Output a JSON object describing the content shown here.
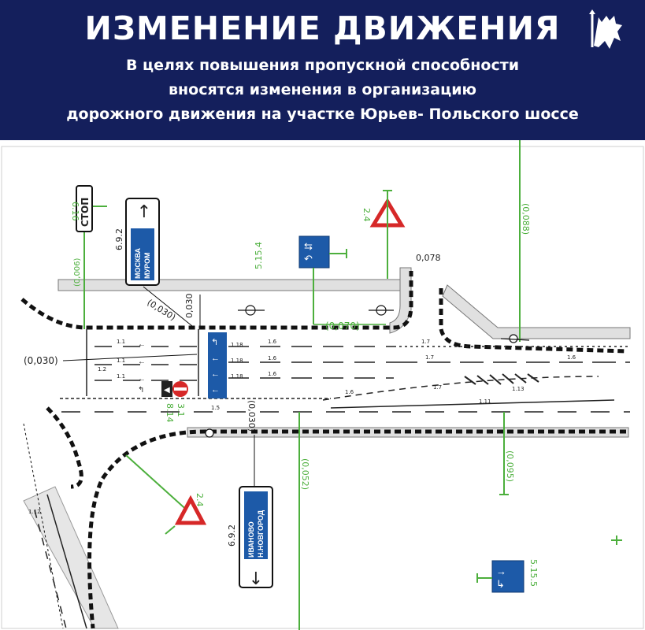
{
  "header": {
    "title": "ИЗМЕНЕНИЕ ДВИЖЕНИЯ",
    "line1": "В целях повышения пропускной способности",
    "line2": "вносятся изменения в организацию",
    "line3": "дорожного движения на участке Юрьев- Польского шоссе"
  },
  "colors": {
    "header_bg": "#141f5c",
    "green": "#4caf3c",
    "sign_blue": "#1d5aa8",
    "red": "#d62828"
  },
  "signs": {
    "stop": {
      "text": "СТОП",
      "code": "6.16"
    },
    "moscow": {
      "line1": "МОСКВА",
      "line2": "МУРОМ",
      "code": "6.9.2"
    },
    "ivanovo": {
      "line1": "ИВАНОВО",
      "line2": "Н.НОВГОРОД",
      "code": "6.9.2"
    },
    "lanes_top": {
      "code": "5.15.4"
    },
    "lanes_bottom": {
      "code": "5.15.5"
    },
    "give_way_top": {
      "code": "2.4"
    },
    "give_way_bottom": {
      "code": "2.4"
    },
    "no_entry": {
      "code": "3.1",
      "code2": "8.14"
    }
  },
  "dims": {
    "d1": "(0,006)",
    "d2": "(0,030)",
    "d3": "(0,030)",
    "d4": "0,030",
    "d5": "(0,070)",
    "d6": "(0,088)",
    "d7": "0,078",
    "d8": "(0,030)",
    "d9": "(0,052)",
    "d10": "(0,095)"
  },
  "markings": [
    "1.1",
    "1.18",
    "1.6",
    "1.7",
    "1.12",
    "1.5",
    "1.11",
    "1.13",
    "1.2"
  ]
}
